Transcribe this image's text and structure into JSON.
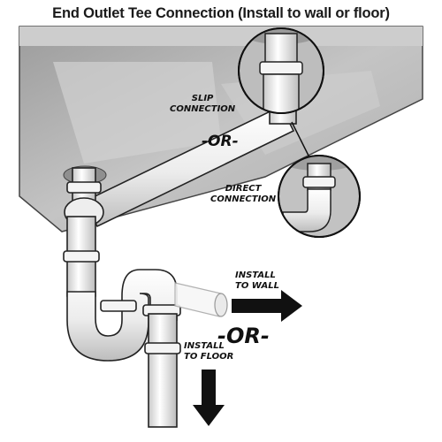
{
  "title": "End Outlet Tee Connection (Install to wall or floor)",
  "labels": {
    "slip_line1": "SLIP",
    "slip_line2": "CONNECTION",
    "or_top": "-OR-",
    "direct_line1": "DIRECT",
    "direct_line2": "CONNECTION",
    "wall_line1": "INSTALL",
    "wall_line2": "TO WALL",
    "or_bottom": "-OR-",
    "floor_line1": "INSTALL",
    "floor_line2": "TO FLOOR"
  },
  "colors": {
    "sink": "#b5b5b5",
    "sink_light": "#d7d7d7",
    "pipe": "#f2f2f2",
    "pipe_shade": "#c9c9c9",
    "outline": "#1a1a1a",
    "arrow": "#111111"
  },
  "icons": [
    "arrow-right-icon",
    "arrow-down-icon",
    "magnifier-circle-icon"
  ]
}
